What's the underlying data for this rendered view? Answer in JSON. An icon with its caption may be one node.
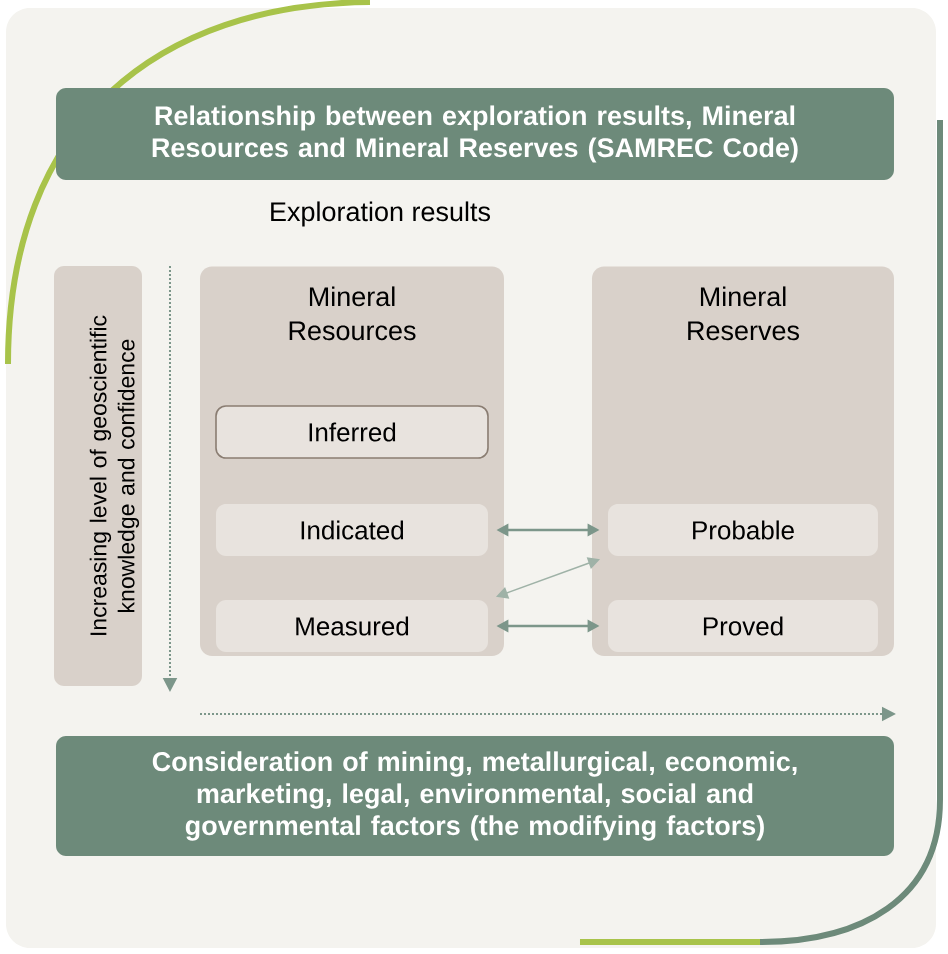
{
  "diagram": {
    "nodes": [
      {
        "text": [
          "Relationship between exploration results, Mineral Resources and Mineral Reserves (SAMREC Code)"
        ]
      },
      {
        "text": [
          "Increasing level of geoscientific knowledge and confidence"
        ]
      },
      {
        "text": [
          "Mineral Resources"
        ]
      },
      {
        "text": [
          "Inferred"
        ],
        "in": 2
      },
      {
        "text": [
          "Indicated"
        ],
        "in": 2
      },
      {
        "text": [
          "Measured"
        ],
        "in": 2
      },
      {
        "text": [
          "Mineral Reserves"
        ]
      },
      {
        "text": [
          "Probable"
        ],
        "in": 6
      },
      {
        "text": [
          "Proved"
        ],
        "in": 6
      },
      {
        "text": [
          "Consideration of mining, metallurgical, economic, marketing, legal, environmental, social and governmental factors (the modifying factors)"
        ]
      }
    ],
    "edges": [
      {
        "from": 4,
        "to": 7,
        "arrow": "both"
      },
      {
        "from": 5,
        "to": 7,
        "arrow": "both",
        "color": "#9fb2a7"
      },
      {
        "from": 5,
        "to": 8,
        "arrow": "both"
      }
    ],
    "labels": [
      "Exploration results"
    ]
  }
}
